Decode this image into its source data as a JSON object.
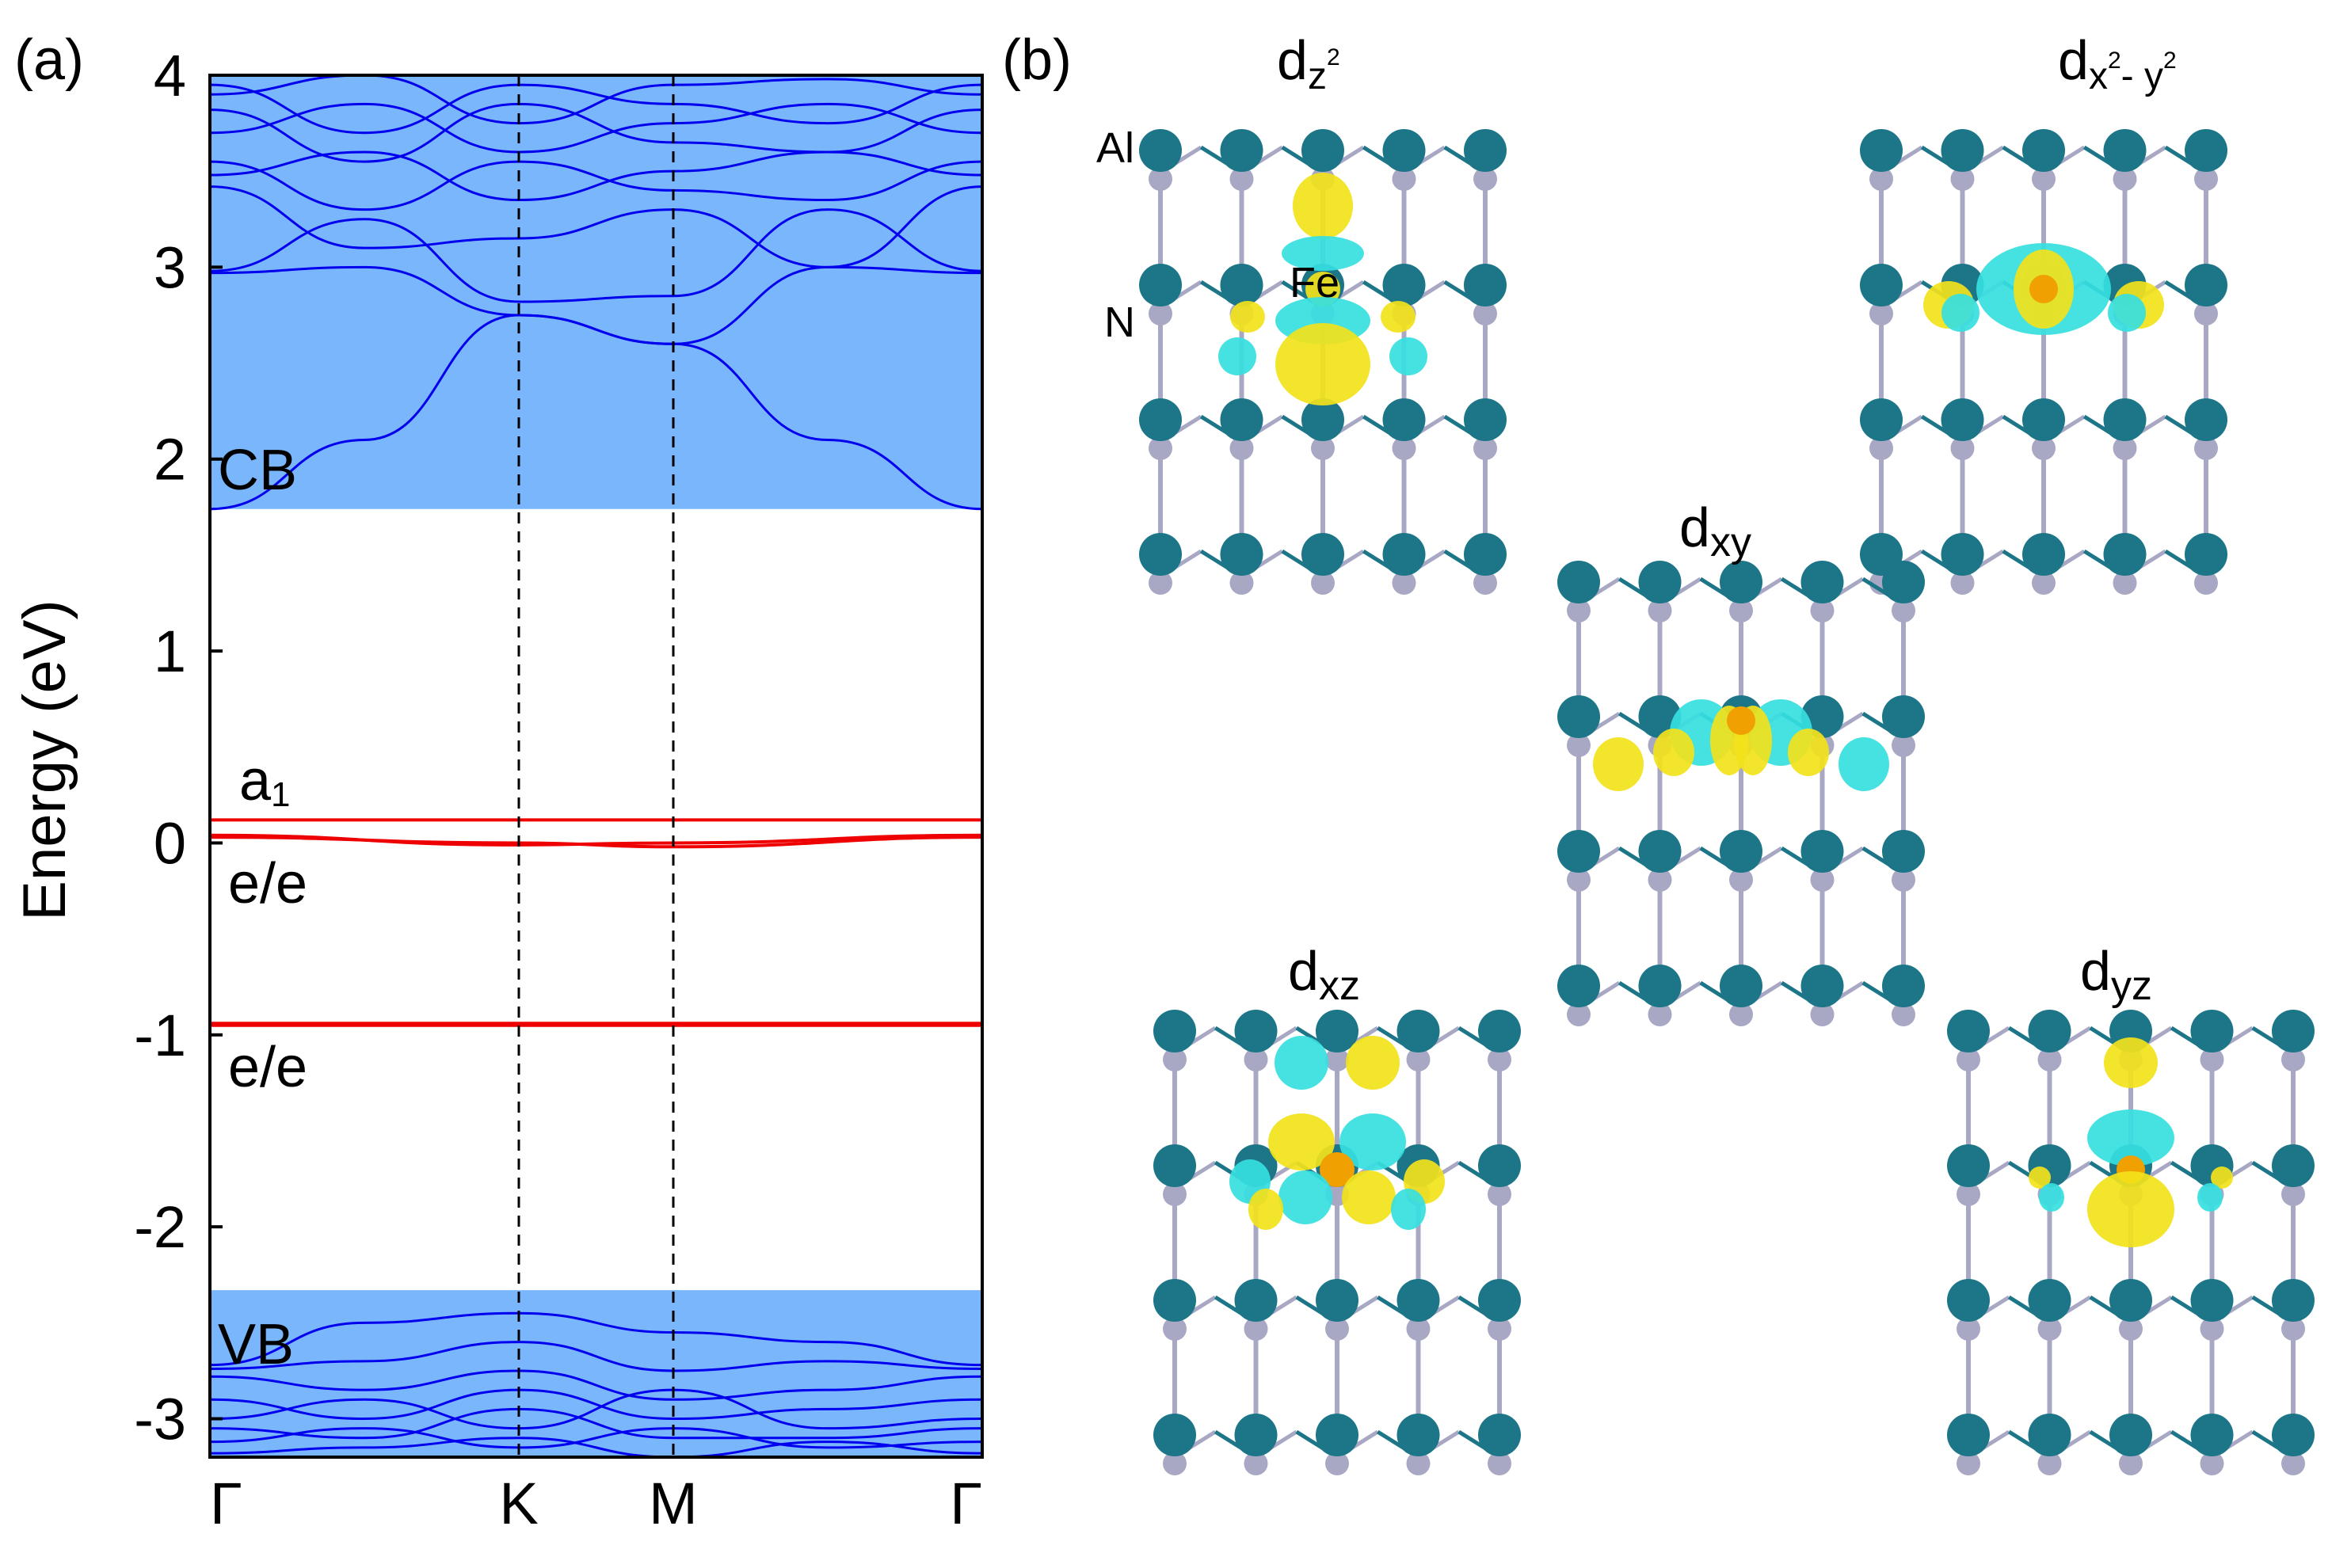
{
  "figure": {
    "panel_a_tag": "(a)",
    "panel_b_tag": "(b)"
  },
  "chart_data": {
    "type": "line",
    "ylabel": "Energy (eV)",
    "xlabel": "",
    "ylim": [
      -3.2,
      4.0
    ],
    "y_ticks": [
      "4",
      "3",
      "2",
      "1",
      "0",
      "-1",
      "-2",
      "-3"
    ],
    "y_tick_values": [
      4,
      3,
      2,
      1,
      0,
      -1,
      -2,
      -3
    ],
    "k_path": [
      "Γ",
      "K",
      "M",
      "Γ"
    ],
    "k_positions": [
      0,
      0.4,
      0.6,
      1.0
    ],
    "grid": false,
    "regions": [
      {
        "name": "CB",
        "from": 1.74,
        "to": 4.0,
        "color": "#7ab6fb"
      },
      {
        "name": "VB",
        "from": -3.2,
        "to": -2.33,
        "color": "#7ab6fb"
      }
    ],
    "band_labels": {
      "cb": "CB",
      "vb": "VB",
      "a1_main": "a",
      "a1_sub": "1",
      "e_upper": "e/e",
      "e_lower": "e/e"
    },
    "defect_levels": [
      {
        "label": "a1",
        "x": [
          0,
          0.4,
          0.6,
          1.0
        ],
        "y": [
          0.12,
          0.12,
          0.12,
          0.12
        ]
      },
      {
        "label": "e/e",
        "x": [
          0,
          0.4,
          0.6,
          1.0
        ],
        "y": [
          0.04,
          -0.01,
          0.0,
          0.04
        ]
      },
      {
        "label": "e/e",
        "x": [
          0,
          0.4,
          0.6,
          1.0
        ],
        "y": [
          0.03,
          0.0,
          -0.02,
          0.03
        ]
      },
      {
        "label": "e/e",
        "x": [
          0,
          0.4,
          0.6,
          1.0
        ],
        "y": [
          -0.94,
          -0.94,
          -0.94,
          -0.94
        ]
      },
      {
        "label": "e/e",
        "x": [
          0,
          0.4,
          0.6,
          1.0
        ],
        "y": [
          -0.95,
          -0.95,
          -0.95,
          -0.95
        ]
      }
    ],
    "conduction_bands": [
      {
        "x": [
          0,
          0.2,
          0.4,
          0.6,
          0.8,
          1.0
        ],
        "y": [
          1.74,
          2.1,
          2.75,
          2.6,
          2.1,
          1.74
        ]
      },
      {
        "x": [
          0,
          0.2,
          0.4,
          0.6,
          0.8,
          1.0
        ],
        "y": [
          2.97,
          3.0,
          2.75,
          2.6,
          3.0,
          2.97
        ]
      },
      {
        "x": [
          0,
          0.2,
          0.4,
          0.6,
          0.8,
          1.0
        ],
        "y": [
          2.98,
          3.25,
          2.82,
          2.85,
          3.3,
          2.98
        ]
      },
      {
        "x": [
          0,
          0.2,
          0.4,
          0.6,
          0.8,
          1.0
        ],
        "y": [
          3.42,
          3.1,
          3.15,
          3.3,
          3.0,
          3.42
        ]
      },
      {
        "x": [
          0,
          0.2,
          0.4,
          0.6,
          0.8,
          1.0
        ],
        "y": [
          3.48,
          3.6,
          3.35,
          3.5,
          3.6,
          3.48
        ]
      },
      {
        "x": [
          0,
          0.2,
          0.4,
          0.6,
          0.8,
          1.0
        ],
        "y": [
          3.55,
          3.3,
          3.55,
          3.4,
          3.35,
          3.55
        ]
      },
      {
        "x": [
          0,
          0.2,
          0.4,
          0.6,
          0.8,
          1.0
        ],
        "y": [
          3.7,
          3.85,
          3.6,
          3.75,
          3.85,
          3.7
        ]
      },
      {
        "x": [
          0,
          0.2,
          0.4,
          0.6,
          0.8,
          1.0
        ],
        "y": [
          3.82,
          3.55,
          3.85,
          3.65,
          3.6,
          3.82
        ]
      },
      {
        "x": [
          0,
          0.2,
          0.4,
          0.6,
          0.8,
          1.0
        ],
        "y": [
          3.9,
          4.0,
          3.75,
          3.95,
          3.98,
          3.9
        ]
      },
      {
        "x": [
          0,
          0.2,
          0.4,
          0.6,
          0.8,
          1.0
        ],
        "y": [
          3.95,
          3.7,
          3.95,
          3.85,
          3.75,
          3.95
        ]
      }
    ],
    "valence_bands": [
      {
        "x": [
          0,
          0.2,
          0.4,
          0.6,
          0.8,
          1.0
        ],
        "y": [
          -2.72,
          -2.5,
          -2.45,
          -2.55,
          -2.6,
          -2.72
        ]
      },
      {
        "x": [
          0,
          0.2,
          0.4,
          0.6,
          0.8,
          1.0
        ],
        "y": [
          -2.74,
          -2.7,
          -2.6,
          -2.75,
          -2.7,
          -2.74
        ]
      },
      {
        "x": [
          0,
          0.2,
          0.4,
          0.6,
          0.8,
          1.0
        ],
        "y": [
          -2.78,
          -2.85,
          -2.75,
          -2.9,
          -2.85,
          -2.78
        ]
      },
      {
        "x": [
          0,
          0.2,
          0.4,
          0.6,
          0.8,
          1.0
        ],
        "y": [
          -2.9,
          -3.0,
          -2.85,
          -3.0,
          -2.95,
          -2.9
        ]
      },
      {
        "x": [
          0,
          0.2,
          0.4,
          0.6,
          0.8,
          1.0
        ],
        "y": [
          -3.0,
          -2.9,
          -3.05,
          -2.85,
          -3.05,
          -3.0
        ]
      },
      {
        "x": [
          0,
          0.2,
          0.4,
          0.6,
          0.8,
          1.0
        ],
        "y": [
          -3.05,
          -3.1,
          -2.95,
          -3.1,
          -3.1,
          -3.05
        ]
      },
      {
        "x": [
          0,
          0.2,
          0.4,
          0.6,
          0.8,
          1.0
        ],
        "y": [
          -3.12,
          -3.05,
          -3.15,
          -3.05,
          -3.15,
          -3.12
        ]
      },
      {
        "x": [
          0,
          0.2,
          0.4,
          0.6,
          0.8,
          1.0
        ],
        "y": [
          -3.18,
          -3.15,
          -3.1,
          -3.2,
          -3.12,
          -3.18
        ]
      }
    ]
  },
  "orbitals": {
    "dz2": {
      "main": "d",
      "sub": "z",
      "sup": "2"
    },
    "dx2y2": {
      "main": "d",
      "sub": "x",
      "sup1": "2",
      "mid": "- y",
      "sup2": "2"
    },
    "dxy": {
      "main": "d",
      "sub": "xy"
    },
    "dxz": {
      "main": "d",
      "sub": "xz"
    },
    "dyz": {
      "main": "d",
      "sub": "yz"
    }
  },
  "atom_labels": {
    "al": "Al",
    "n": "N",
    "fe": "Fe"
  },
  "colors": {
    "band_blue": "#0000ee",
    "defect_red": "#ee0000",
    "band_fill": "#7ab6fb",
    "al_atom": "#1c7688",
    "n_atom": "#a8a8c4",
    "lobe_yellow": "#f2e21a",
    "lobe_cyan": "#36e0e0",
    "fe_atom": "#f0a000"
  }
}
